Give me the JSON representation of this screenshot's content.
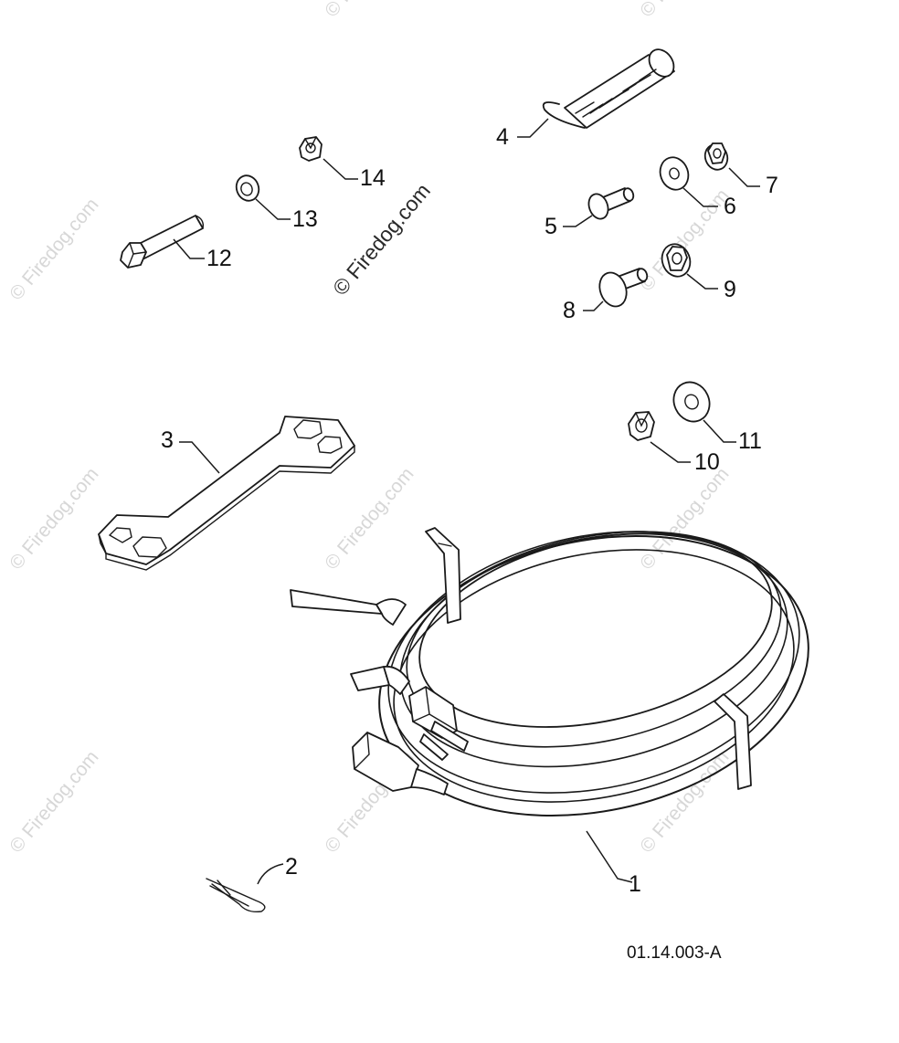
{
  "diagram": {
    "reference_code": "01.14.003-A",
    "watermark_text": "© Firedog.com",
    "callouts": [
      "1",
      "2",
      "3",
      "4",
      "5",
      "6",
      "7",
      "8",
      "9",
      "10",
      "11",
      "12",
      "13",
      "14"
    ],
    "colors": {
      "line": "#1a1a1a",
      "background": "#ffffff",
      "watermark": "#d7d7d7"
    }
  }
}
